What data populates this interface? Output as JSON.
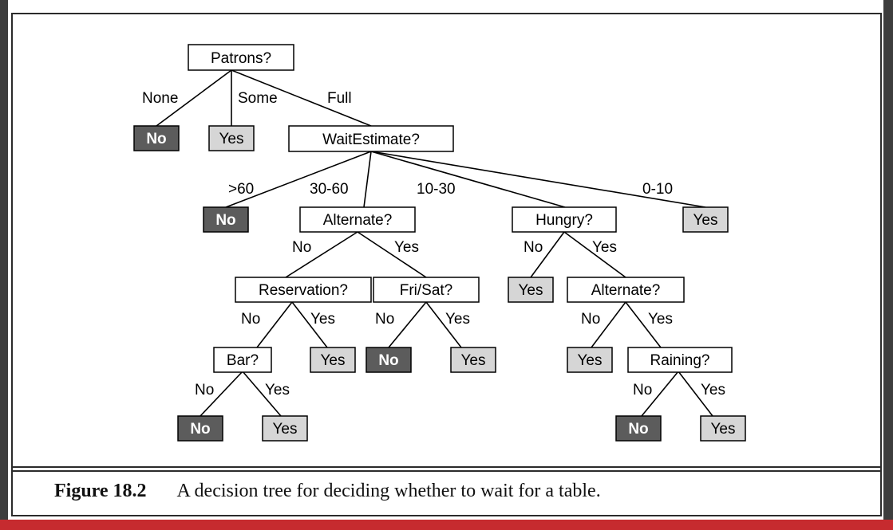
{
  "diagram": {
    "nodes": {
      "patrons": {
        "label": "Patrons?",
        "kind": "question"
      },
      "patrons_none": {
        "label": "No",
        "kind": "no"
      },
      "patrons_some": {
        "label": "Yes",
        "kind": "yes"
      },
      "wait_estimate": {
        "label": "WaitEstimate?",
        "kind": "question"
      },
      "we_gt60": {
        "label": "No",
        "kind": "no"
      },
      "alternate_1": {
        "label": "Alternate?",
        "kind": "question"
      },
      "hungry": {
        "label": "Hungry?",
        "kind": "question"
      },
      "we_0_10": {
        "label": "Yes",
        "kind": "yes"
      },
      "reservation": {
        "label": "Reservation?",
        "kind": "question"
      },
      "fri_sat": {
        "label": "Fri/Sat?",
        "kind": "question"
      },
      "hungry_no": {
        "label": "Yes",
        "kind": "yes"
      },
      "alternate_2": {
        "label": "Alternate?",
        "kind": "question"
      },
      "bar": {
        "label": "Bar?",
        "kind": "question"
      },
      "reservation_yes": {
        "label": "Yes",
        "kind": "yes"
      },
      "fri_sat_no": {
        "label": "No",
        "kind": "no"
      },
      "fri_sat_yes": {
        "label": "Yes",
        "kind": "yes"
      },
      "alternate_2_no": {
        "label": "Yes",
        "kind": "yes"
      },
      "raining": {
        "label": "Raining?",
        "kind": "question"
      },
      "bar_no": {
        "label": "No",
        "kind": "no"
      },
      "bar_yes": {
        "label": "Yes",
        "kind": "yes"
      },
      "raining_no": {
        "label": "No",
        "kind": "no"
      },
      "raining_yes": {
        "label": "Yes",
        "kind": "yes"
      }
    },
    "edges": {
      "patrons_none": "None",
      "patrons_some": "Some",
      "patrons_full": "Full",
      "we_gt60": ">60",
      "we_30_60": "30-60",
      "we_10_30": "10-30",
      "we_0_10": "0-10",
      "alt1_no": "No",
      "alt1_yes": "Yes",
      "hungry_no": "No",
      "hungry_yes": "Yes",
      "res_no": "No",
      "res_yes": "Yes",
      "fs_no": "No",
      "fs_yes": "Yes",
      "alt2_no": "No",
      "alt2_yes": "Yes",
      "bar_no": "No",
      "bar_yes": "Yes",
      "rain_no": "No",
      "rain_yes": "Yes"
    },
    "colors": {
      "question_fill": "#ffffff",
      "yes_fill": "#d6d6d6",
      "no_fill": "#5c5c5c",
      "frame_background": "#3d3d3d",
      "bottom_bar": "#c62b2f"
    }
  },
  "caption": {
    "figure_number": "Figure 18.2",
    "text": "A decision tree for deciding whether to wait for a table."
  }
}
